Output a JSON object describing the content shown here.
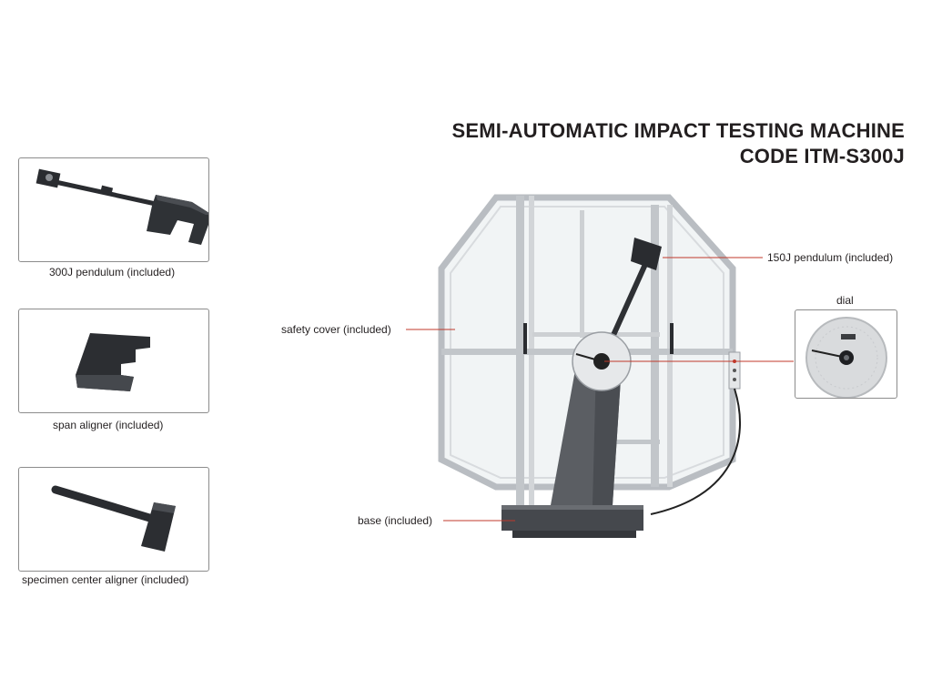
{
  "header": {
    "title_line1": "SEMI-AUTOMATIC IMPACT TESTING MACHINE",
    "title_line2": "CODE ITM-S300J"
  },
  "accessories": [
    {
      "caption": "300J pendulum (included)"
    },
    {
      "caption": "span aligner (included)"
    },
    {
      "caption": "specimen center aligner (included)"
    }
  ],
  "callouts": {
    "pendulum_150j": "150J pendulum (included)",
    "dial_title": "dial",
    "safety_cover": "safety cover (included)",
    "base": "base (included)"
  },
  "colors": {
    "leader_line": "#c0392b",
    "frame_aluminium": "#c8ccd0",
    "machine_body": "#5b5e63",
    "text": "#231f20"
  }
}
